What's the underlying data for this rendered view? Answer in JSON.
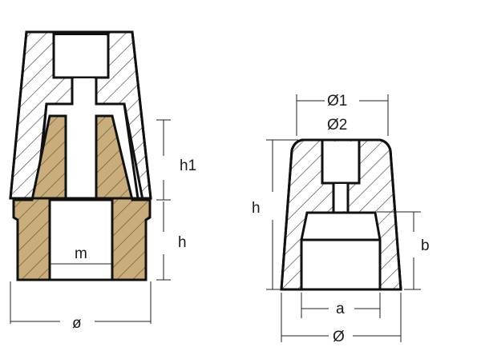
{
  "colors": {
    "bronze": "#c9ae7c",
    "outline": "#111111",
    "hatch": "#333333",
    "background": "#ffffff"
  },
  "left_drawing": {
    "labels": {
      "h1": "h1",
      "h": "h",
      "m": "m",
      "diameter": "ø"
    }
  },
  "right_drawing": {
    "labels": {
      "d1": "Ø1",
      "d2": "Ø2",
      "h": "h",
      "b": "b",
      "a": "a",
      "diameter": "Ø"
    }
  }
}
